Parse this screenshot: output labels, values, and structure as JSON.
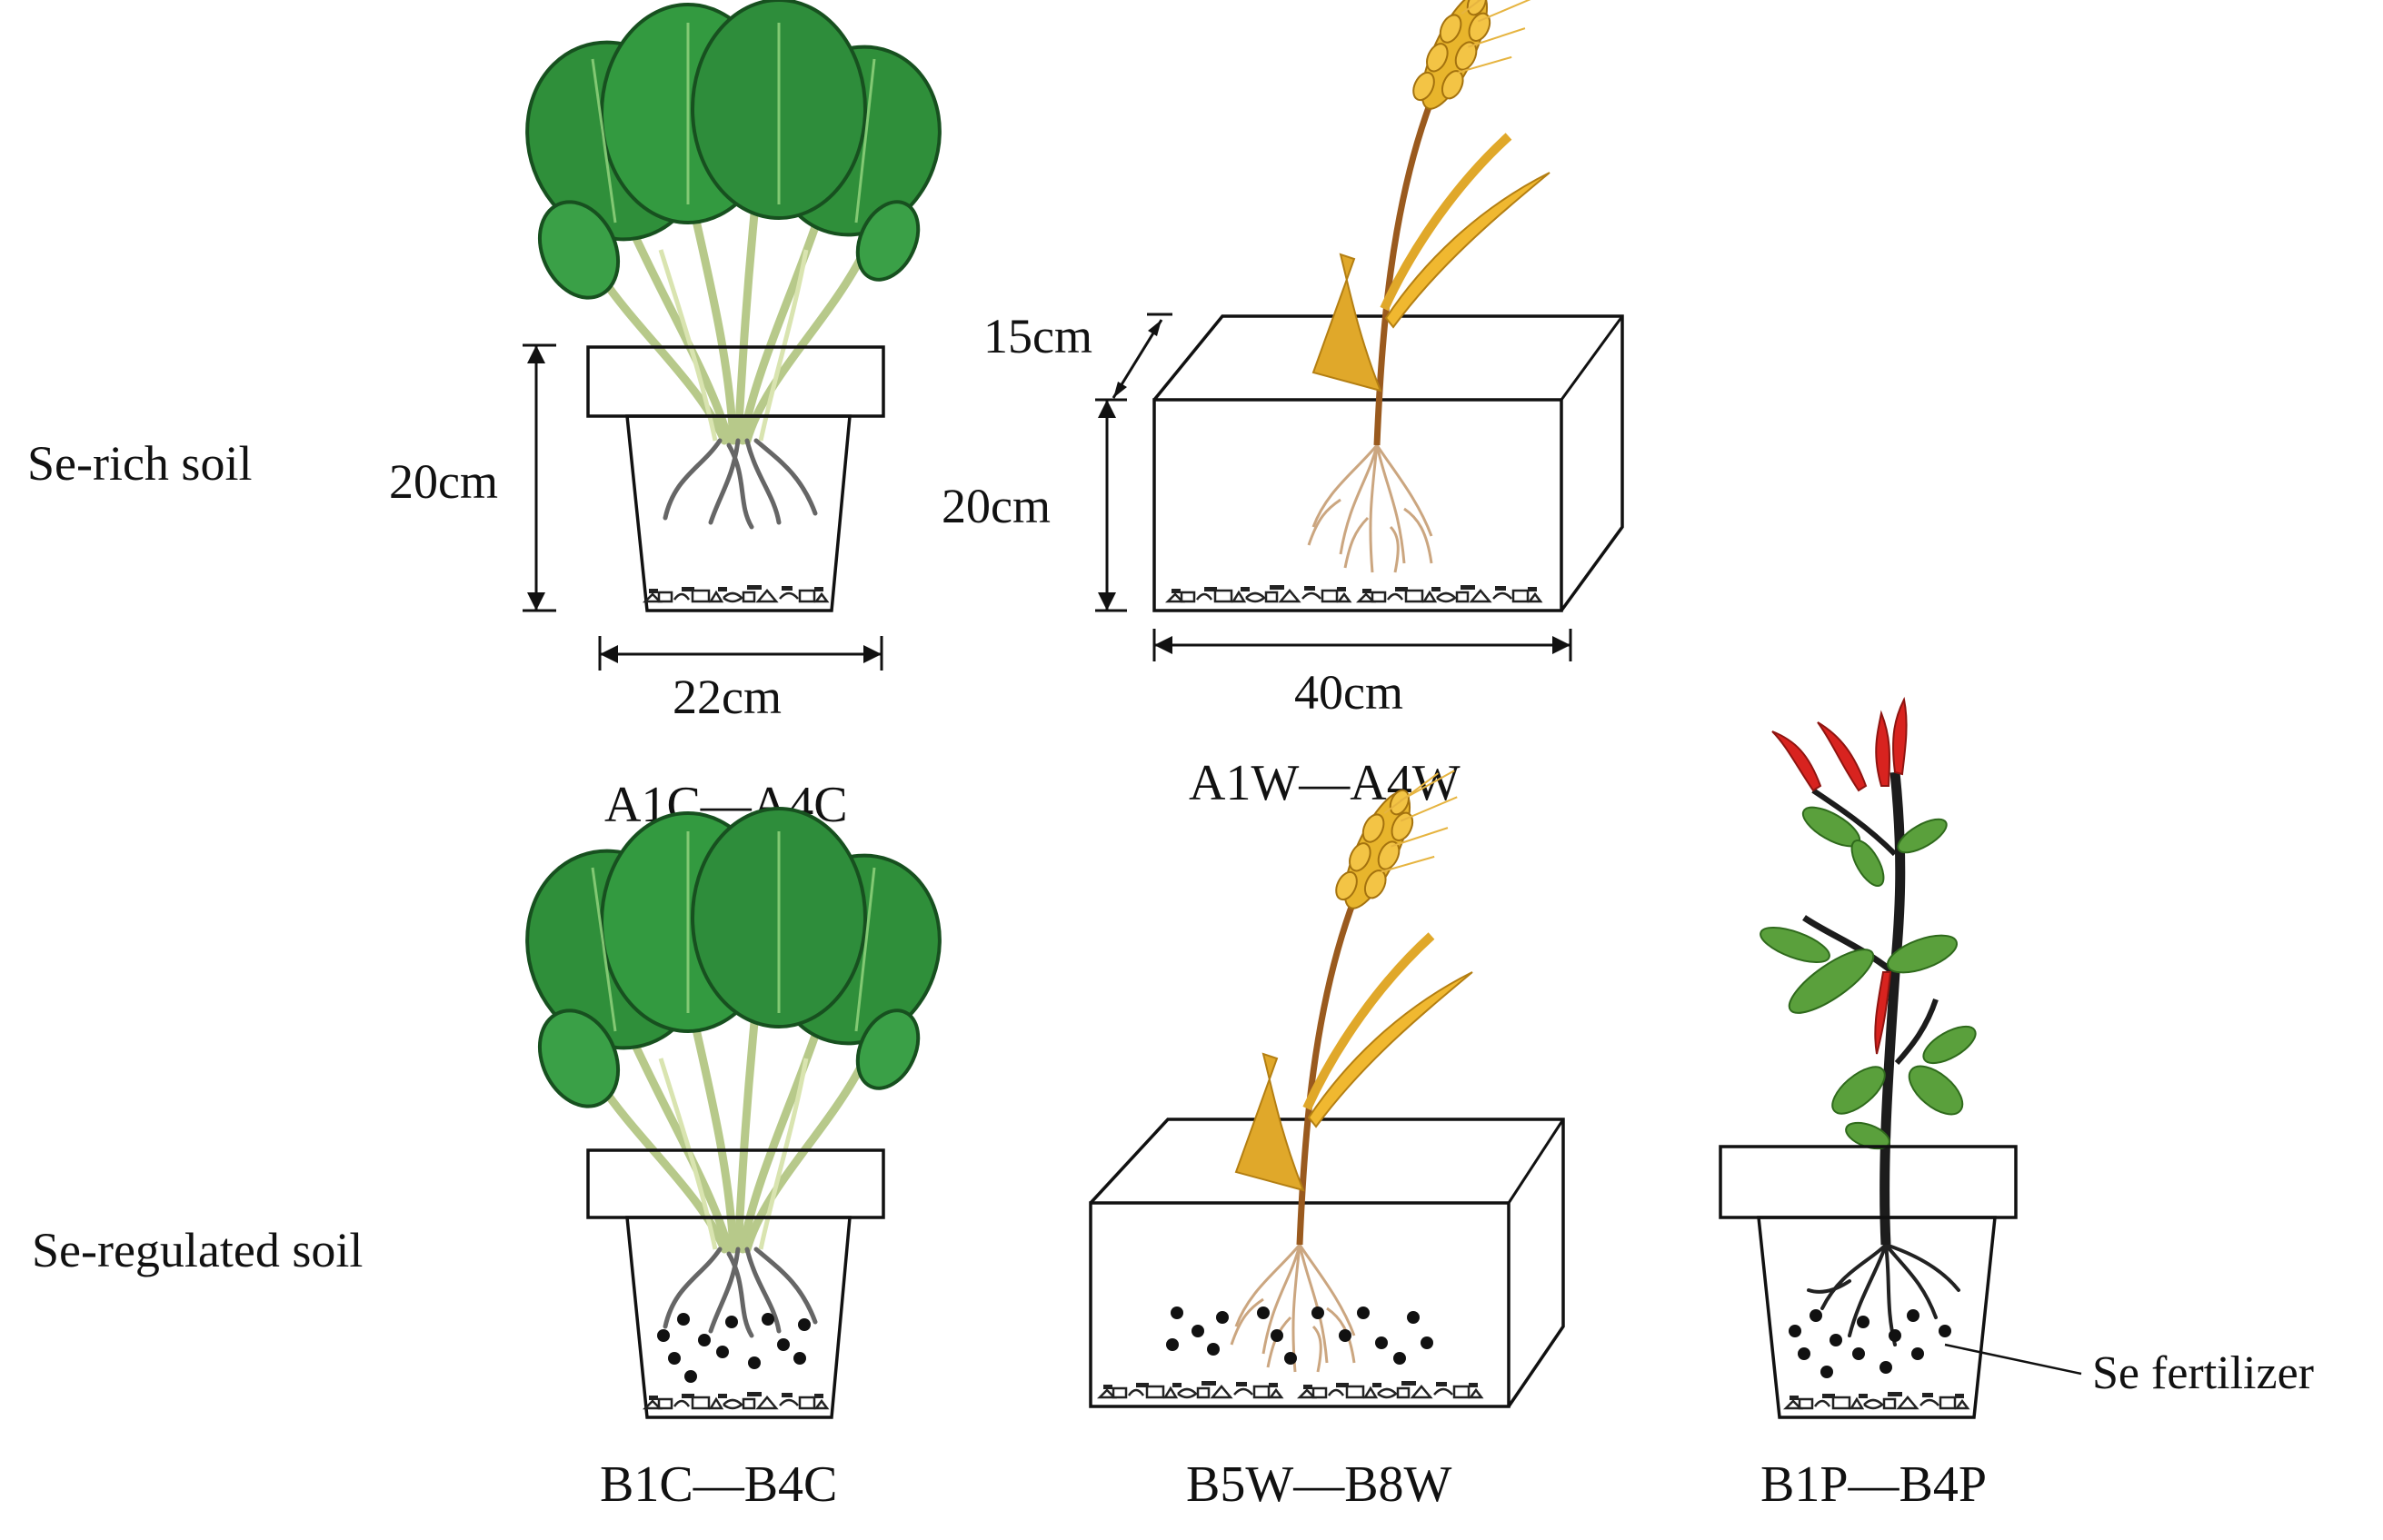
{
  "rows": {
    "top_label": "Se-rich soil",
    "bottom_label": "Se-regulated soil"
  },
  "dimensions": {
    "pot_height": "20cm",
    "pot_width": "22cm",
    "box_depth": "15cm",
    "box_height": "20cm",
    "box_width": "40cm"
  },
  "groups": {
    "a_cabbage": "A1C—A4C",
    "a_wheat": "A1W—A4W",
    "b_cabbage": "B1C—B4C",
    "b_wheat": "B5W—B8W",
    "b_pepper": "B1P—B4P"
  },
  "annotation": {
    "fertilizer": "Se fertilizer"
  },
  "colors": {
    "leaf": "#2f8f3a",
    "leaf_dark": "#1f6b2a",
    "wheat": "#e0a82a",
    "stem_brown": "#9a5a1e",
    "pepper_red": "#d8231f",
    "pepper_leaf": "#5aa03c",
    "outline": "#111111"
  }
}
